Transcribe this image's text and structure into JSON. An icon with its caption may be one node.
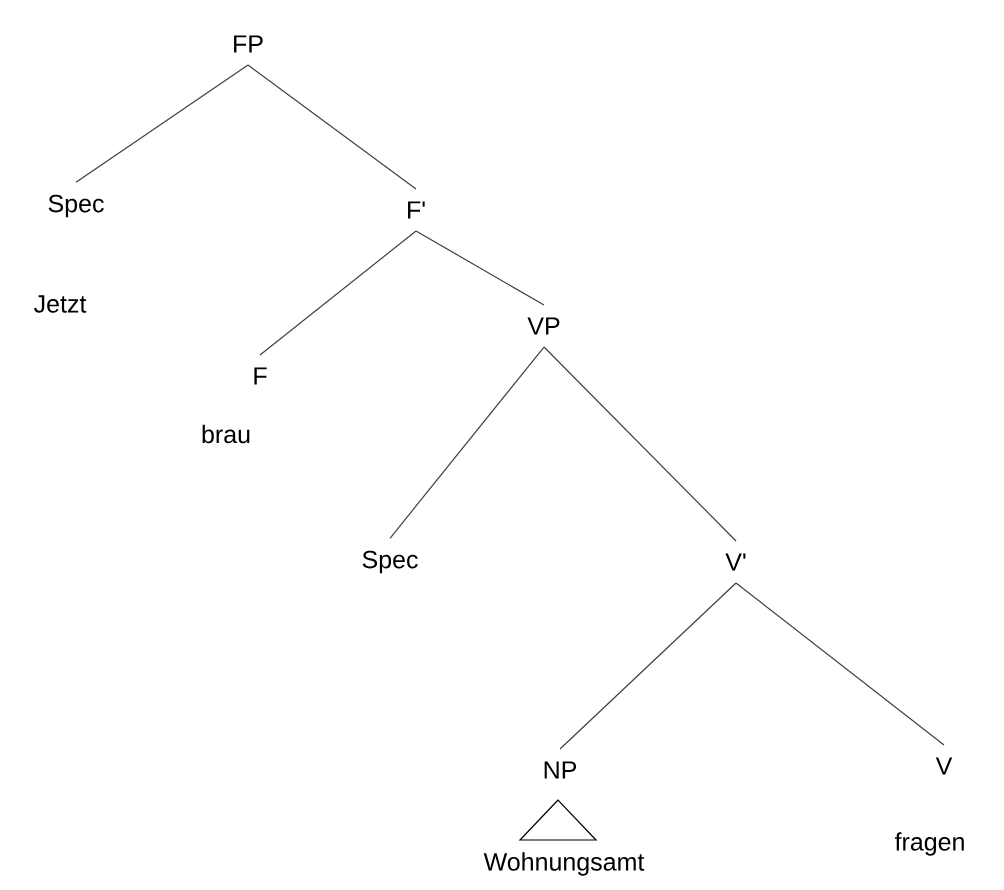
{
  "diagram": {
    "nodes": [
      {
        "text": [
          "FP"
        ]
      },
      {
        "text": [
          "Spec"
        ],
        "beside": [
          "Jetzt"
        ]
      },
      {
        "text": [
          "F'"
        ]
      },
      {
        "text": [
          "F"
        ],
        "beside": [
          "brau"
        ]
      },
      {
        "text": [
          "VP"
        ]
      },
      {
        "text": [
          "Spec"
        ]
      },
      {
        "text": [
          "V'"
        ]
      },
      {
        "text": [
          "NP"
        ],
        "beside": [
          "Wohnungsamt"
        ]
      },
      {
        "text": [
          "V"
        ],
        "beside": [
          "fragen"
        ]
      }
    ],
    "edges": [
      {
        "from": 0,
        "to": 1,
        "arrow": "none"
      },
      {
        "from": 0,
        "to": 2,
        "arrow": "none"
      },
      {
        "from": 2,
        "to": 3,
        "arrow": "none"
      },
      {
        "from": 2,
        "to": 4,
        "arrow": "none"
      },
      {
        "from": 4,
        "to": 5,
        "arrow": "none"
      },
      {
        "from": 4,
        "to": 6,
        "arrow": "none"
      },
      {
        "from": 6,
        "to": 7,
        "arrow": "none"
      },
      {
        "from": 6,
        "to": 8,
        "arrow": "none"
      }
    ]
  }
}
